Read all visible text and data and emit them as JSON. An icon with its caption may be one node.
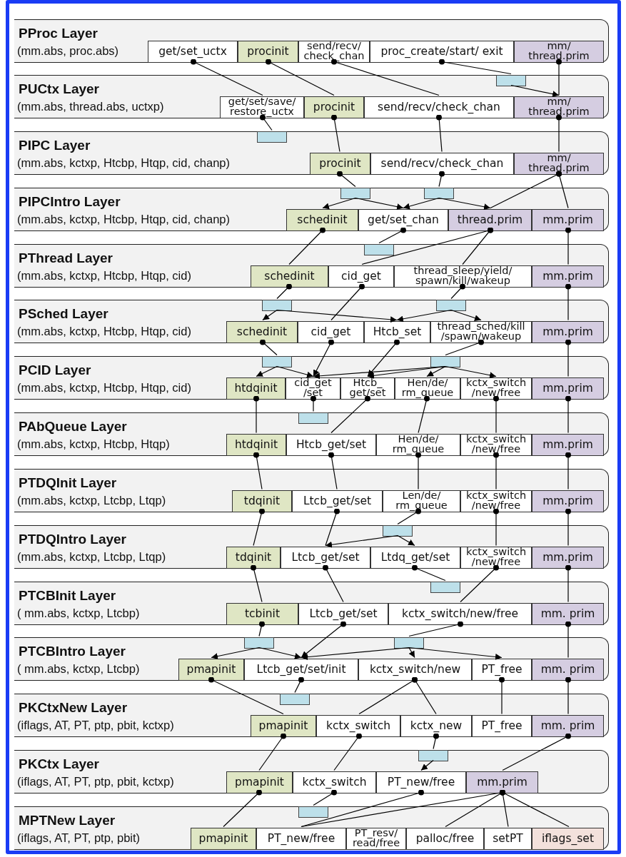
{
  "diagram": {
    "nodes": [
      {
        "text": [
          "PProc Layer",
          "(mm.abs, proc.abs)"
        ]
      },
      {
        "text": [
          "get/set_uctx"
        ],
        "in": 0
      },
      {
        "text": [
          "procinit"
        ],
        "in": 0
      },
      {
        "text": [
          "send/recv/ check_chan"
        ],
        "in": 0
      },
      {
        "text": [
          "proc_create/start/ exit"
        ],
        "in": 0
      },
      {
        "text": [
          "mm/ thread.prim"
        ],
        "in": 0
      },
      {
        "text": [
          "PUCtx Layer",
          "(mm.abs, thread.abs, uctxp)"
        ]
      },
      {
        "text": [],
        "shape": "box",
        "in": 6
      },
      {
        "text": [
          "get/set/save/ restore_uctx"
        ],
        "in": 6
      },
      {
        "text": [
          "procinit"
        ],
        "in": 6
      },
      {
        "text": [
          "send/recv/check_chan"
        ],
        "in": 6
      },
      {
        "text": [
          "mm/ thread.prim"
        ],
        "in": 6
      },
      {
        "text": [
          "PIPC Layer",
          "(mm.abs, kctxp, Htcbp, Htqp, cid, chanp)"
        ]
      },
      {
        "text": [],
        "shape": "box",
        "in": 12
      },
      {
        "text": [
          "procinit"
        ],
        "in": 12
      },
      {
        "text": [
          "send/recv/check_chan"
        ],
        "in": 12
      },
      {
        "text": [
          "mm/ thread.prim"
        ],
        "in": 12
      },
      {
        "text": [
          "PIPCIntro Layer",
          "(mm.abs, kctxp, Htcbp, Htqp, cid, chanp)"
        ]
      },
      {
        "text": [],
        "shape": "box",
        "in": 17
      },
      {
        "text": [],
        "shape": "box",
        "in": 17
      },
      {
        "text": [
          "schedinit"
        ],
        "in": 17
      },
      {
        "text": [
          "get/set_chan"
        ],
        "in": 17
      },
      {
        "text": [
          "thread.prim"
        ],
        "in": 17
      },
      {
        "text": [
          "mm.prim"
        ],
        "in": 17
      },
      {
        "text": [
          "PThread Layer",
          "(mm.abs, kctxp, Htcbp, Htqp, cid)"
        ]
      },
      {
        "text": [],
        "shape": "box",
        "in": 24
      },
      {
        "text": [
          "schedinit"
        ],
        "in": 24
      },
      {
        "text": [
          "cid_get"
        ],
        "in": 24
      },
      {
        "text": [
          "thread_sleep/yield/ spawn/kill/wakeup"
        ],
        "in": 24
      },
      {
        "text": [
          "mm.prim"
        ],
        "in": 24
      },
      {
        "text": [
          "PSched Layer",
          "(mm.abs, kctxp, Htcbp, Htqp, cid)"
        ]
      },
      {
        "text": [],
        "shape": "box",
        "in": 30
      },
      {
        "text": [],
        "shape": "box",
        "in": 30
      },
      {
        "text": [
          "schedinit"
        ],
        "in": 30
      },
      {
        "text": [
          "cid_get"
        ],
        "in": 30
      },
      {
        "text": [
          "Htcb_set"
        ],
        "in": 30
      },
      {
        "text": [
          "thread_sched/kill /spawn/wakeup"
        ],
        "in": 30
      },
      {
        "text": [
          "mm.prim"
        ],
        "in": 30
      },
      {
        "text": [
          "PCID Layer",
          "(mm.abs, kctxp, Htcbp, Htqp, cid)"
        ]
      },
      {
        "text": [],
        "shape": "box",
        "in": 38
      },
      {
        "text": [],
        "shape": "box",
        "in": 38
      },
      {
        "text": [
          "htdqinit"
        ],
        "in": 38
      },
      {
        "text": [
          "cid_get /set"
        ],
        "in": 38
      },
      {
        "text": [
          "Htcb_ get/set"
        ],
        "in": 38
      },
      {
        "text": [
          "Hen/de/ rm_queue"
        ],
        "in": 38
      },
      {
        "text": [
          "kctx_switch /new/free"
        ],
        "in": 38
      },
      {
        "text": [
          "mm.prim"
        ],
        "in": 38
      },
      {
        "text": [
          "PAbQueue Layer",
          "(mm.abs, kctxp, Htcbp, Htqp)"
        ]
      },
      {
        "text": [],
        "shape": "box",
        "in": 47
      },
      {
        "text": [
          "htdqinit"
        ],
        "in": 47
      },
      {
        "text": [
          "Htcb_get/set"
        ],
        "in": 47
      },
      {
        "text": [
          "Hen/de/ rm_queue"
        ],
        "in": 47
      },
      {
        "text": [
          "kctx_switch /new/free"
        ],
        "in": 47
      },
      {
        "text": [
          "mm.prim"
        ],
        "in": 47
      },
      {
        "text": [
          "PTDQInit Layer",
          "(mm.abs, kctxp, Ltcbp, Ltqp)"
        ]
      },
      {
        "text": [
          "tdqinit"
        ],
        "in": 54
      },
      {
        "text": [
          "Ltcb_get/set"
        ],
        "in": 54
      },
      {
        "text": [
          "Len/de/ rm_queue"
        ],
        "in": 54
      },
      {
        "text": [
          "kctx_switch /new/free"
        ],
        "in": 54
      },
      {
        "text": [
          "mm.prim"
        ],
        "in": 54
      },
      {
        "text": [
          "PTDQIntro Layer",
          "(mm.abs, kctxp, Ltcbp, Ltqp)"
        ]
      },
      {
        "text": [],
        "shape": "box",
        "in": 60
      },
      {
        "text": [
          "tdqinit"
        ],
        "in": 60
      },
      {
        "text": [
          "Ltcb_get/set"
        ],
        "in": 60
      },
      {
        "text": [
          "Ltdq_get/set"
        ],
        "in": 60
      },
      {
        "text": [
          "kctx_switch /new/free"
        ],
        "in": 60
      },
      {
        "text": [
          "mm.prim"
        ],
        "in": 60
      },
      {
        "text": [
          "PTCBInit Layer",
          "( mm.abs, kctxp, Ltcbp)"
        ]
      },
      {
        "text": [],
        "shape": "box",
        "in": 67
      },
      {
        "text": [
          "tcbinit"
        ],
        "in": 67
      },
      {
        "text": [
          "Ltcb_get/set"
        ],
        "in": 67
      },
      {
        "text": [
          "kctx_switch/new/free"
        ],
        "in": 67
      },
      {
        "text": [
          "mm. prim"
        ],
        "in": 67
      },
      {
        "text": [
          "PTCBIntro Layer",
          "( mm.abs, kctxp, Ltcbp)"
        ]
      },
      {
        "text": [],
        "shape": "box",
        "in": 73
      },
      {
        "text": [],
        "shape": "box",
        "in": 73
      },
      {
        "text": [
          "pmapinit"
        ],
        "in": 73
      },
      {
        "text": [
          "Ltcb_get/set/init"
        ],
        "in": 73
      },
      {
        "text": [
          "kctx_switch/new"
        ],
        "in": 73
      },
      {
        "text": [
          "PT_free"
        ],
        "in": 73
      },
      {
        "text": [
          "mm. prim"
        ],
        "in": 73
      },
      {
        "text": [
          "PKCtxNew Layer",
          "(iflags, AT, PT, ptp, pbit, kctxp)"
        ]
      },
      {
        "text": [],
        "shape": "box",
        "in": 81
      },
      {
        "text": [
          "pmapinit"
        ],
        "in": 81
      },
      {
        "text": [
          "kctx_switch"
        ],
        "in": 81
      },
      {
        "text": [
          "kctx_new"
        ],
        "in": 81
      },
      {
        "text": [
          "PT_free"
        ],
        "in": 81
      },
      {
        "text": [
          "mm. prim"
        ],
        "in": 81
      },
      {
        "text": [
          "PKCtx Layer",
          "(iflags, AT, PT, ptp, pbit, kctxp)"
        ]
      },
      {
        "text": [],
        "shape": "box",
        "in": 88
      },
      {
        "text": [
          "pmapinit"
        ],
        "in": 88
      },
      {
        "text": [
          "kctx_switch"
        ],
        "in": 88
      },
      {
        "text": [
          "PT_new/free"
        ],
        "in": 88
      },
      {
        "text": [
          "mm.prim"
        ],
        "in": 88
      },
      {
        "text": [
          "MPTNew Layer",
          "(iflags, AT, PT, ptp, pbit)"
        ]
      },
      {
        "text": [],
        "shape": "box",
        "in": 94
      },
      {
        "text": [
          "pmapinit"
        ],
        "in": 94
      },
      {
        "text": [
          "PT_new/free"
        ],
        "in": 94
      },
      {
        "text": [
          "PT_resv/ read/free"
        ],
        "in": 94
      },
      {
        "text": [
          "palloc/free"
        ],
        "in": 94
      },
      {
        "text": [
          "setPT"
        ],
        "in": 94
      },
      {
        "text": [
          "iflags_set"
        ],
        "in": 94
      }
    ],
    "edges": [
      {
        "from": 1,
        "to": 8,
        "arrow": "other"
      },
      {
        "from": 2,
        "to": 9,
        "arrow": "other"
      },
      {
        "from": 3,
        "to": 10,
        "arrow": "other"
      },
      {
        "from": 4,
        "to": 7,
        "arrow": "other"
      },
      {
        "from": 7,
        "to": 11,
        "arrow": "to"
      },
      {
        "from": 5,
        "to": 11,
        "arrow": "other"
      },
      {
        "from": 8,
        "to": 13,
        "arrow": "other"
      },
      {
        "from": 9,
        "to": 14,
        "arrow": "other"
      },
      {
        "from": 10,
        "to": 15,
        "arrow": "other"
      },
      {
        "from": 11,
        "to": 16,
        "arrow": "other"
      },
      {
        "from": 14,
        "to": 18,
        "arrow": "other"
      },
      {
        "from": 15,
        "to": 19,
        "arrow": "other"
      },
      {
        "from": 16,
        "to": 22,
        "arrow": "other"
      },
      {
        "from": 16,
        "to": 23,
        "arrow": "other"
      },
      {
        "from": 18,
        "to": 20,
        "arrow": "to"
      },
      {
        "from": 18,
        "to": 21,
        "arrow": "to"
      },
      {
        "from": 19,
        "to": 21,
        "arrow": "to"
      },
      {
        "from": 19,
        "to": 22,
        "arrow": "to"
      },
      {
        "from": 20,
        "to": 26,
        "arrow": "other"
      },
      {
        "from": 21,
        "to": 25,
        "arrow": "other"
      },
      {
        "from": 22,
        "to": 27,
        "arrow": "other"
      },
      {
        "from": 22,
        "to": 28,
        "arrow": "other"
      },
      {
        "from": 23,
        "to": 29,
        "arrow": "other"
      },
      {
        "from": 26,
        "to": 31,
        "arrow": "other"
      },
      {
        "from": 27,
        "to": 34,
        "arrow": "other"
      },
      {
        "from": 28,
        "to": 32,
        "arrow": "other"
      },
      {
        "from": 29,
        "to": 37,
        "arrow": "other"
      },
      {
        "from": 31,
        "to": 33,
        "arrow": "to"
      },
      {
        "from": 31,
        "to": 35,
        "arrow": "to"
      },
      {
        "from": 32,
        "to": 35,
        "arrow": "to"
      },
      {
        "from": 32,
        "to": 36,
        "arrow": "to"
      },
      {
        "from": 33,
        "to": 39,
        "arrow": "other"
      },
      {
        "from": 34,
        "to": 42,
        "arrow": "to"
      },
      {
        "from": 35,
        "to": 43,
        "arrow": "to"
      },
      {
        "from": 36,
        "to": 40,
        "arrow": "other"
      },
      {
        "from": 37,
        "to": 46,
        "arrow": "other"
      },
      {
        "from": 39,
        "to": 41,
        "arrow": "to"
      },
      {
        "from": 39,
        "to": 42,
        "arrow": "to"
      },
      {
        "from": 40,
        "to": 42,
        "arrow": "to"
      },
      {
        "from": 40,
        "to": 43,
        "arrow": "to"
      },
      {
        "from": 40,
        "to": 44,
        "arrow": "to"
      },
      {
        "from": 40,
        "to": 45,
        "arrow": "to"
      },
      {
        "from": 41,
        "to": 49,
        "arrow": "other"
      },
      {
        "from": 42,
        "to": 48,
        "arrow": "other"
      },
      {
        "from": 43,
        "to": 50,
        "arrow": "other"
      },
      {
        "from": 44,
        "to": 51,
        "arrow": "other"
      },
      {
        "from": 45,
        "to": 52,
        "arrow": "other"
      },
      {
        "from": 46,
        "to": 53,
        "arrow": "other"
      },
      {
        "from": 49,
        "to": 55,
        "arrow": "other"
      },
      {
        "from": 50,
        "to": 56,
        "arrow": "other"
      },
      {
        "from": 51,
        "to": 57,
        "arrow": "other"
      },
      {
        "from": 52,
        "to": 58,
        "arrow": "other"
      },
      {
        "from": 53,
        "to": 59,
        "arrow": "other"
      },
      {
        "from": 55,
        "to": 62,
        "arrow": "other"
      },
      {
        "from": 56,
        "to": 63,
        "arrow": "other"
      },
      {
        "from": 57,
        "to": 61,
        "arrow": "other"
      },
      {
        "from": 58,
        "to": 65,
        "arrow": "other"
      },
      {
        "from": 59,
        "to": 66,
        "arrow": "other"
      },
      {
        "from": 61,
        "to": 63,
        "arrow": "to"
      },
      {
        "from": 61,
        "to": 64,
        "arrow": "to"
      },
      {
        "from": 62,
        "to": 69,
        "arrow": "other"
      },
      {
        "from": 63,
        "to": 70,
        "arrow": "other"
      },
      {
        "from": 64,
        "to": 68,
        "arrow": "other"
      },
      {
        "from": 65,
        "to": 71,
        "arrow": "other"
      },
      {
        "from": 66,
        "to": 72,
        "arrow": "other"
      },
      {
        "from": 69,
        "to": 74,
        "arrow": "other"
      },
      {
        "from": 70,
        "to": 77,
        "arrow": "to"
      },
      {
        "from": 71,
        "to": 75,
        "arrow": "other"
      },
      {
        "from": 72,
        "to": 80,
        "arrow": "other"
      },
      {
        "from": 74,
        "to": 76,
        "arrow": "to"
      },
      {
        "from": 74,
        "to": 77,
        "arrow": "to"
      },
      {
        "from": 75,
        "to": 77,
        "arrow": "to"
      },
      {
        "from": 75,
        "to": 78,
        "arrow": "to"
      },
      {
        "from": 75,
        "to": 79,
        "arrow": "to"
      },
      {
        "from": 76,
        "to": 83,
        "arrow": "other"
      },
      {
        "from": 77,
        "to": 82,
        "arrow": "other"
      },
      {
        "from": 78,
        "to": 84,
        "arrow": "other"
      },
      {
        "from": 78,
        "to": 85,
        "arrow": "other"
      },
      {
        "from": 79,
        "to": 86,
        "arrow": "other"
      },
      {
        "from": 80,
        "to": 87,
        "arrow": "other"
      },
      {
        "from": 83,
        "to": 90,
        "arrow": "other"
      },
      {
        "from": 84,
        "to": 91,
        "arrow": "other"
      },
      {
        "from": 85,
        "to": 89,
        "arrow": "other"
      },
      {
        "from": 89,
        "to": 92,
        "arrow": "to"
      },
      {
        "from": 87,
        "to": 93,
        "arrow": "other"
      },
      {
        "from": 90,
        "to": 96,
        "arrow": "other"
      },
      {
        "from": 91,
        "to": 95,
        "arrow": "other"
      },
      {
        "from": 92,
        "to": 97,
        "arrow": "other"
      },
      {
        "from": 93,
        "to": 97,
        "arrow": "other"
      },
      {
        "from": 93,
        "to": 99,
        "arrow": "other"
      },
      {
        "from": 93,
        "to": 100,
        "arrow": "other"
      },
      {
        "from": 93,
        "to": 101,
        "arrow": "other"
      }
    ]
  }
}
